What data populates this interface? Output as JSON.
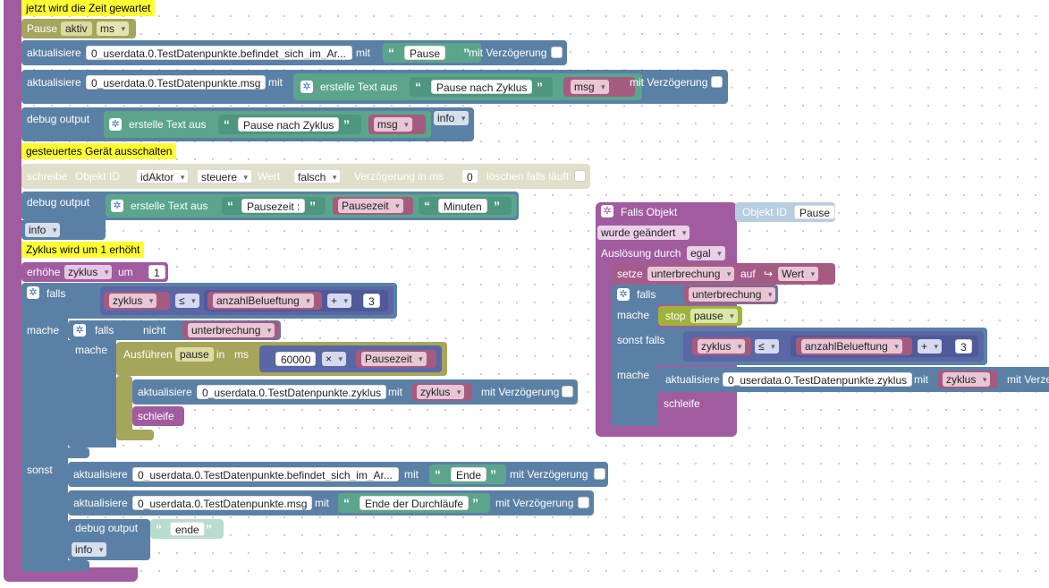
{
  "comments": {
    "wait": "jetzt wird die Zeit gewartet",
    "device_off": "gesteuertes Gerät ausschalten",
    "cycle_inc": "Zyklus wird um 1 erhöht"
  },
  "pause_block": {
    "label": "Pause",
    "value": "aktiv",
    "unit": "ms"
  },
  "update1": {
    "label": "aktualisiere",
    "target": "0_userdata.0.TestDatenpunkte.befindet_sich_im_Ar...",
    "mit": "mit",
    "text": "Pause",
    "delay_label": "mit Verzögerung"
  },
  "update2": {
    "label": "aktualisiere",
    "target": "0_userdata.0.TestDatenpunkte.msg",
    "mit": "mit",
    "create_text": "erstelle Text aus",
    "text": "Pause nach Zyklus",
    "var": "msg",
    "delay_label": "mit Verzögerung"
  },
  "debug1": {
    "label": "debug output",
    "create_text": "erstelle Text aus",
    "text": "Pause nach Zyklus",
    "var": "msg",
    "level": "info"
  },
  "write": {
    "label": "schreibe",
    "obj_label": "Objekt ID",
    "obj": "idAktor",
    "mode": "steuere",
    "value_label": "Wert",
    "value": "falsch",
    "delay_label": "Verzögerung in ms",
    "delay": "0",
    "clear_label": "löschen falls läuft"
  },
  "debug2": {
    "label": "debug output",
    "create_text": "erstelle Text aus",
    "text1": "Pausezeit :",
    "var": "Pausezeit",
    "text2": "Minuten",
    "level": "info"
  },
  "increment": {
    "label": "erhöhe",
    "var": "zyklus",
    "by": "um",
    "value": "1"
  },
  "if1": {
    "label": "falls",
    "var": "zyklus",
    "op": "≤",
    "var2": "anzahlBelueftung",
    "op2": "+",
    "num": "3",
    "do_label": "mache",
    "else_label": "sonst"
  },
  "if2": {
    "label": "falls",
    "not": "nicht",
    "var": "unterbrechung",
    "do_label": "mache"
  },
  "timeout": {
    "label": "Ausführen",
    "name": "pause",
    "in": "in",
    "unit": "ms",
    "num": "60000",
    "op": "×",
    "var": "Pausezeit"
  },
  "update3": {
    "label": "aktualisiere",
    "target": "0_userdata.0.TestDatenpunkte.zyklus",
    "mit": "mit",
    "var": "zyklus",
    "delay_label": "mit Verzögerung"
  },
  "loop1": "schleife",
  "else_update1": {
    "label": "aktualisiere",
    "target": "0_userdata.0.TestDatenpunkte.befindet_sich_im_Ar...",
    "mit": "mit",
    "text": "Ende",
    "delay_label": "mit Verzögerung"
  },
  "else_update2": {
    "label": "aktualisiere",
    "target": "0_userdata.0.TestDatenpunkte.msg",
    "mit": "mit",
    "text": "Ende der Durchläufe",
    "delay_label": "mit Verzögerung"
  },
  "else_debug": {
    "label": "debug output",
    "text": "ende",
    "level": "info"
  },
  "trigger": {
    "label": "Falls Objekt",
    "obj_label": "Objekt ID",
    "obj": "Pause",
    "changed": "wurde geändert",
    "cause_label": "Auslösung durch",
    "cause": "egal"
  },
  "set": {
    "label": "setze",
    "var": "unterbrechung",
    "to": "auf",
    "value": "Wert"
  },
  "if3": {
    "label": "falls",
    "var": "unterbrechung",
    "do_label": "mache",
    "stop": "stop",
    "stop_name": "pause",
    "elseif_label": "sonst falls",
    "var2": "zyklus",
    "op": "≤",
    "var3": "anzahlBelueftung",
    "op2": "+",
    "num": "3",
    "do2_label": "mache"
  },
  "update4": {
    "label": "aktualisiere",
    "target": "0_userdata.0.TestDatenpunkte.zyklus",
    "mit": "mit",
    "var": "zyklus",
    "delay_label": "mit Verze"
  },
  "loop2": "schleife"
}
